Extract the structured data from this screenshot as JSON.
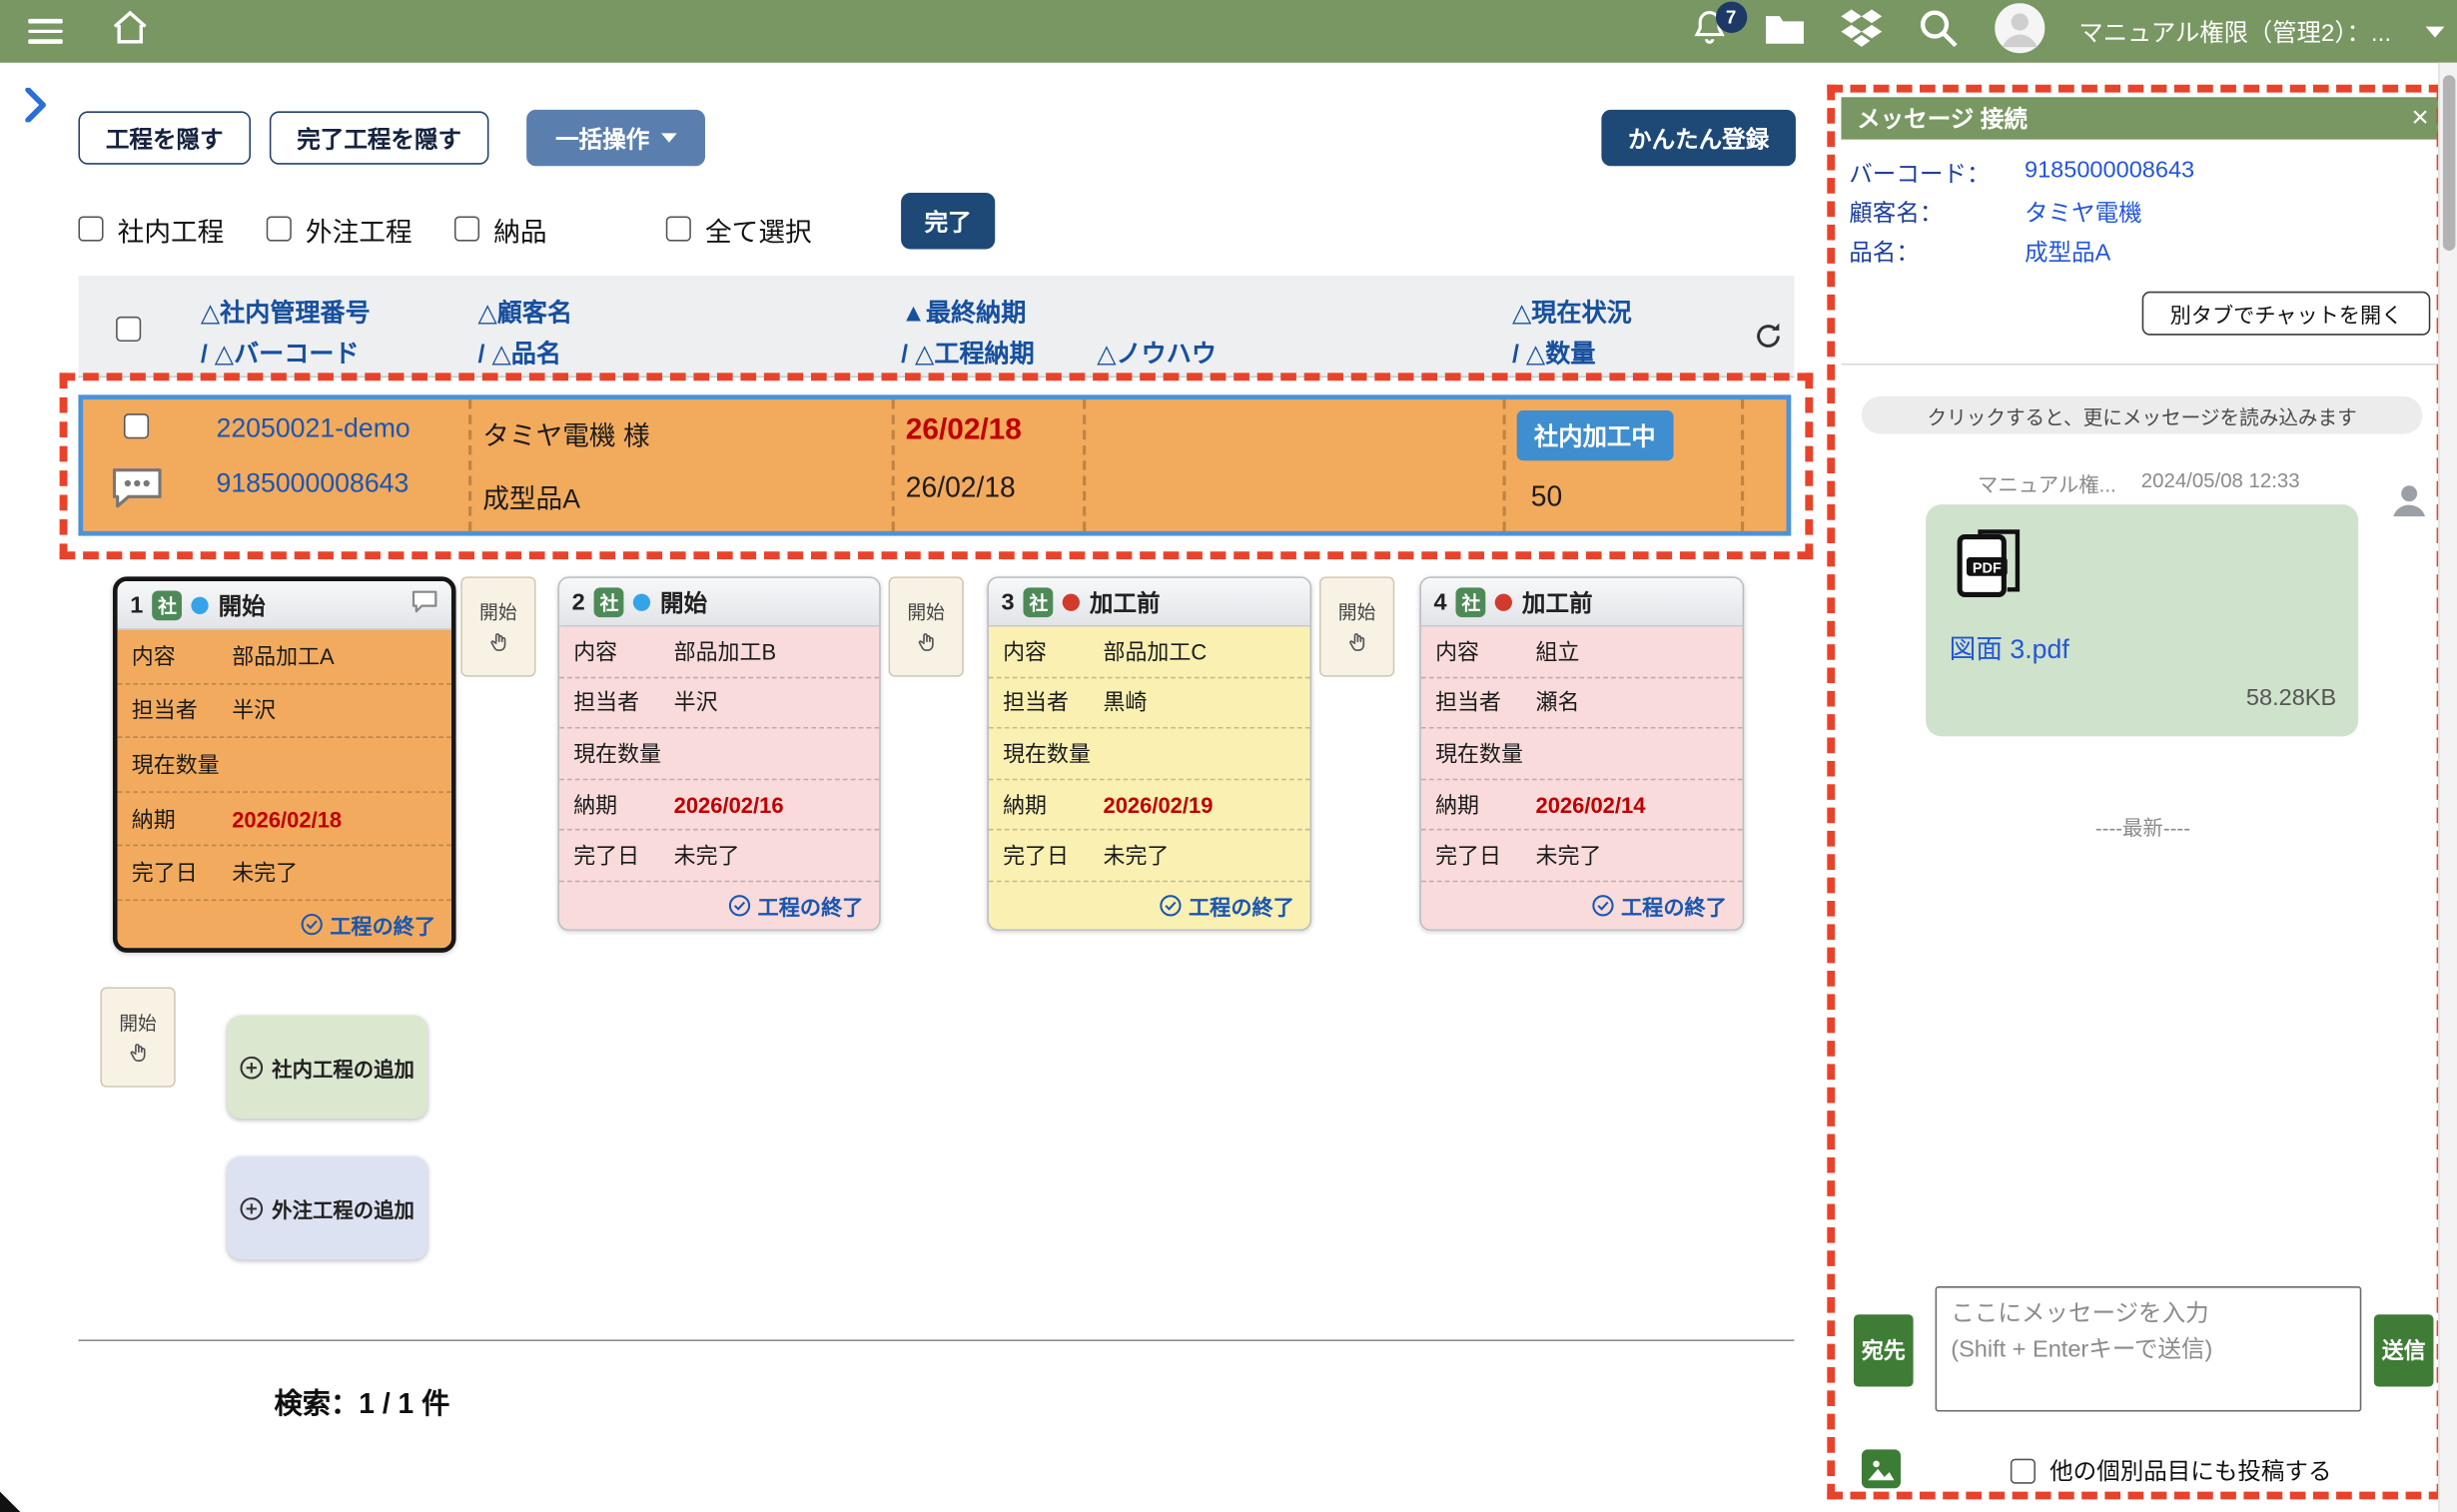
{
  "topbar": {
    "user_label": "マニュアル権限（管理2）：...",
    "notification_count": "7"
  },
  "toolbar": {
    "hide_process": "工程を隠す",
    "hide_done_process": "完了工程を隠す",
    "bulk_action": "一括操作",
    "easy_register": "かんたん登録"
  },
  "filters": {
    "internal": "社内工程",
    "external": "外注工程",
    "delivery": "納品",
    "select_all": "全て選択",
    "complete": "完了"
  },
  "table": {
    "h_mgmt": "△社内管理番号",
    "h_barcode": "/ △バーコード",
    "h_customer": "△顧客名",
    "h_product": "/ △品名",
    "h_final_due": "▲最終納期",
    "h_process_due": "/ △工程納期",
    "h_knowhow": "△ノウハウ",
    "h_status": "△現在状況",
    "h_qty": "/ △数量",
    "row": {
      "mgmt_no": "22050021-demo",
      "barcode": "9185000008643",
      "customer": "タミヤ電機 様",
      "product": "成型品A",
      "final_due": "26/02/18",
      "process_due": "26/02/18",
      "status": "社内加工中",
      "qty": "50"
    }
  },
  "card_labels": {
    "content": "内容",
    "person": "担当者",
    "qty": "現在数量",
    "due": "納期",
    "done_date": "完了日",
    "finish": "工程の終了",
    "start_zone": "開始"
  },
  "cards": [
    {
      "num": "1",
      "type": "社",
      "status": "開始",
      "dot": "blue",
      "content": "部品加工A",
      "person": "半沢",
      "qty": "",
      "due": "2026/02/18",
      "done": "未完了"
    },
    {
      "num": "2",
      "type": "社",
      "status": "開始",
      "dot": "blue",
      "content": "部品加工B",
      "person": "半沢",
      "qty": "",
      "due": "2026/02/16",
      "done": "未完了"
    },
    {
      "num": "3",
      "type": "社",
      "status": "加工前",
      "dot": "red",
      "content": "部品加工C",
      "person": "黒崎",
      "qty": "",
      "due": "2026/02/19",
      "done": "未完了"
    },
    {
      "num": "4",
      "type": "社",
      "status": "加工前",
      "dot": "red",
      "content": "組立",
      "person": "瀬名",
      "qty": "",
      "due": "2026/02/14",
      "done": "未完了"
    }
  ],
  "actions": {
    "add_internal": "社内工程の追加",
    "add_external": "外注工程の追加"
  },
  "search_result": "検索：1 / 1 件",
  "panel": {
    "title": "メッセージ 接続",
    "close": "×",
    "barcode_label": "バーコード：",
    "barcode": "9185000008643",
    "customer_label": "顧客名：",
    "customer": "タミヤ電機",
    "product_label": "品名：",
    "product": "成型品A",
    "open_chat": "別タブでチャットを開く",
    "load_more": "クリックすると、更にメッセージを読み込みます",
    "msg_author": "マニュアル権...",
    "msg_time": "2024/05/08 12:33",
    "file_name": "図面 3.pdf",
    "file_size": "58.28KB",
    "latest": "----最新----",
    "to_button": "宛先",
    "send_button": "送信",
    "input_line1": "ここにメッセージを入力",
    "input_line2": "(Shift + Enterキーで送信)",
    "post_other": "他の個別品目にも投稿する"
  },
  "icons": [
    "menu-icon",
    "home-icon",
    "bell-icon",
    "folder-icon",
    "dropbox-icon",
    "search-icon",
    "avatar-icon",
    "chevron-down-icon",
    "chevron-right-icon",
    "refresh-icon",
    "chat-bubble-icon",
    "comment-icon",
    "check-circle-icon",
    "drag-hand-icon",
    "plus-circle-icon",
    "close-icon",
    "pdf-icon",
    "person-icon",
    "image-icon"
  ],
  "colors": {
    "topbar_green": "#789762",
    "navy_button": "#1e4976",
    "steel_button": "#5a7fae",
    "annotation_red": "#e8432a",
    "row_orange": "#f2aa5d",
    "row_border_blue": "#4b93d8",
    "status_badge_blue": "#3e8ed0",
    "card_orange": "#f2ab5e",
    "card_pink": "#f8dbda",
    "card_yellow": "#f9f0b2",
    "dot_blue": "#35a3e8",
    "dot_red": "#d13a2c",
    "due_red": "#c00000",
    "link_blue": "#2356d8",
    "bubble_green": "#cfe2cc",
    "send_green": "#3f7d36"
  }
}
